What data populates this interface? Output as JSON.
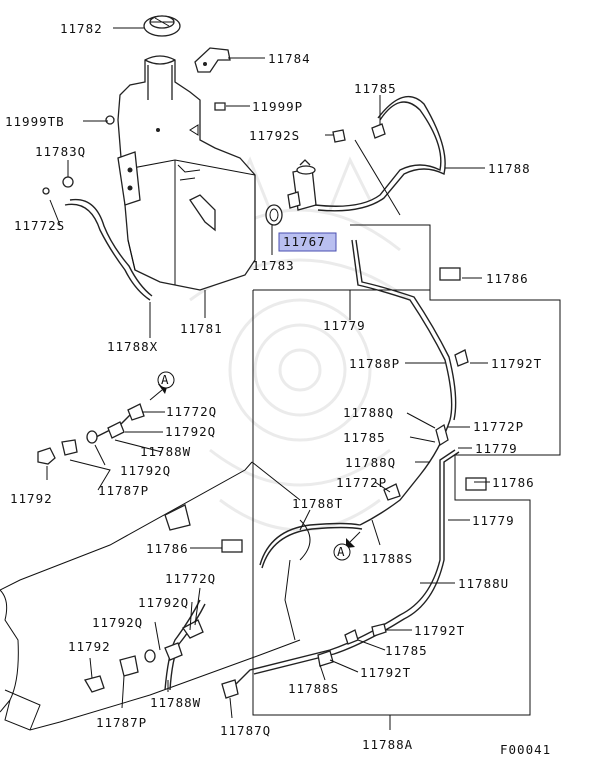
{
  "diagram": {
    "figure_code": "F00041",
    "highlighted_part": "11767",
    "callout_symbol": "A",
    "parts": {
      "p11782": "11782",
      "p11784": "11784",
      "p11999TB": "11999TB",
      "p11999P": "11999P",
      "p11785_top": "11785",
      "p11792S": "11792S",
      "p11783Q": "11783Q",
      "p11788": "11788",
      "p11767": "11767",
      "p11772S": "11772S",
      "p11783": "11783",
      "p11786_a": "11786",
      "p11781": "11781",
      "p11779_a": "11779",
      "p11788X": "11788X",
      "p11788P": "11788P",
      "p11792T_a": "11792T",
      "p11772Q_a": "11772Q",
      "p11792Q_a": "11792Q",
      "p11788Q_b": "11788Q",
      "p11772P_a": "11772P",
      "p11788W_a": "11788W",
      "p11785_mid": "11785",
      "p11779_b": "11779",
      "p11792Q_b": "11792Q",
      "p11788Q_c": "11788Q",
      "p11786_b": "11786",
      "p11792_a": "11792",
      "p11787P_a": "11787P",
      "p11772P_b": "11772P",
      "p11788T": "11788T",
      "p11779_c": "11779",
      "p11786_c": "11786",
      "p11788S_a": "11788S",
      "p11772Q_b": "11772Q",
      "p11788U": "11788U",
      "p11792Q_c": "11792Q",
      "p11792Q_d": "11792Q",
      "p11792T_b": "11792T",
      "p11792_b": "11792",
      "p11785_low": "11785",
      "p11792T_c": "11792T",
      "p11788W_b": "11788W",
      "p11788S_b": "11788S",
      "p11787P_b": "11787P",
      "p11787Q": "11787Q",
      "p11788A": "11788A"
    }
  }
}
